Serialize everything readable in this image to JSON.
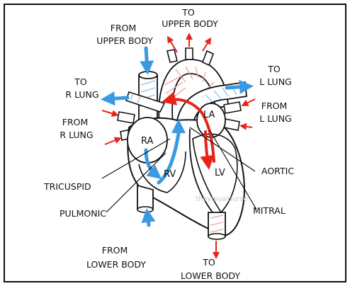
{
  "colors": {
    "oxygen_poor": "#3a9ae0",
    "oxygen_rich": "#e8231b",
    "outline": "#111111",
    "hatch_blue": "#8cc3ee",
    "hatch_red": "#f2a0a0"
  },
  "watermark": "thevisualnurse",
  "labels": {
    "to_upper_body": [
      "TO",
      "UPPER BODY"
    ],
    "from_upper_body": [
      "FROM",
      "UPPER BODY"
    ],
    "to_r_lung": [
      "TO",
      "R LUNG"
    ],
    "from_r_lung": [
      "FROM",
      "R LUNG"
    ],
    "to_l_lung": [
      "TO",
      "L LUNG"
    ],
    "from_l_lung": [
      "FROM",
      "L LUNG"
    ],
    "from_lower_body": [
      "FROM",
      "LOWER BODY"
    ],
    "to_lower_body": [
      "TO",
      "LOWER BODY"
    ],
    "tricuspid": "TRICUSPID",
    "pulmonic": "PULMONIC",
    "aortic": "AORTIC",
    "mitral": "MITRAL"
  },
  "chambers": {
    "ra": "RA",
    "rv": "RV",
    "la": "LA",
    "lv": "LV"
  }
}
